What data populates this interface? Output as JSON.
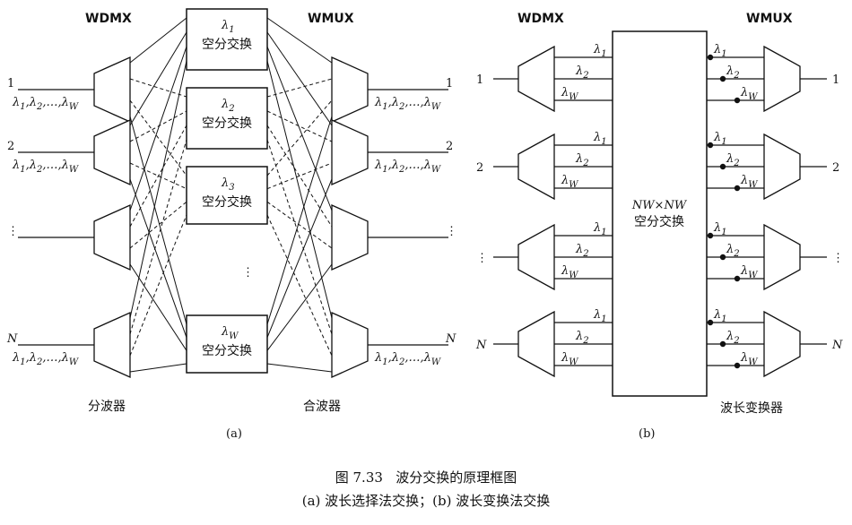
{
  "panel_a": {
    "wdmx_label": "WDMX",
    "wmux_label": "WMUX",
    "demux_label": "分波器",
    "mux_label": "合波器",
    "sub_caption": "(a)",
    "inputs": [
      "1",
      "2",
      "⋮",
      "N"
    ],
    "input_lambda": "λ1,λ2,…,λW",
    "switch_blocks": [
      {
        "lambda": "λ1",
        "text": "空分交换"
      },
      {
        "lambda": "λ2",
        "text": "空分交换"
      },
      {
        "lambda": "λ3",
        "text": "空分交换"
      },
      {
        "lambda": "λW",
        "text": "空分交换"
      }
    ],
    "dots": "⋮"
  },
  "panel_b": {
    "wdmx_label": "WDMX",
    "wmux_label": "WMUX",
    "switch_title": "NW×NW",
    "switch_text": "空分交换",
    "converter_label": "波长变换器",
    "sub_caption": "(b)",
    "ports": [
      "1",
      "2",
      "⋮",
      "N"
    ],
    "lambdas": [
      "λ1",
      "λ2",
      "λW"
    ]
  },
  "caption": {
    "line1": "图 7.33   波分交换的原理框图",
    "line2": "(a) 波长选择法交换；(b) 波长变换法交换"
  }
}
